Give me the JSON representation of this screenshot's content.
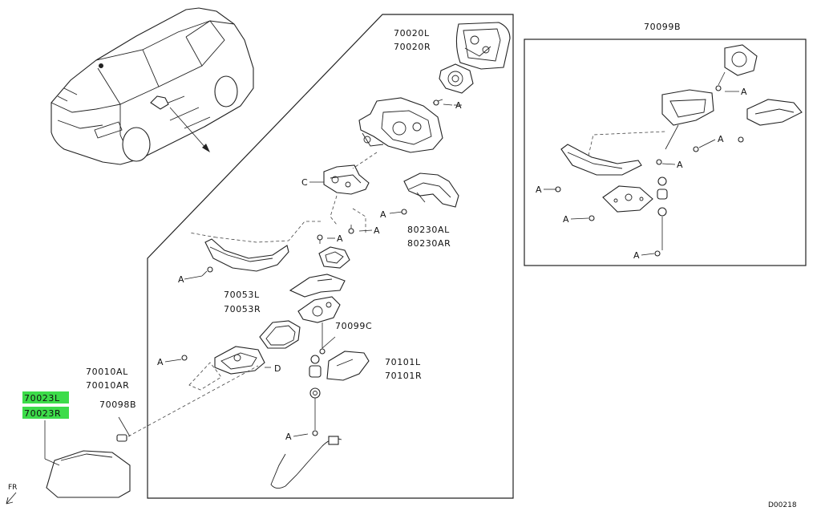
{
  "labels": {
    "p70020L": "70020L",
    "p70020R": "70020R",
    "p70099B": "70099B",
    "p80230AL": "80230AL",
    "p80230AR": "80230AR",
    "p70053L": "70053L",
    "p70053R": "70053R",
    "p70099C": "70099C",
    "p70101L": "70101L",
    "p70101R": "70101R",
    "p70010AL": "70010AL",
    "p70010AR": "70010AR",
    "p70098B": "70098B",
    "p70023L": "70023L",
    "p70023R": "70023R",
    "ref_c": "C",
    "ref_d": "D",
    "fastener_a": "A",
    "fr": "FR",
    "diagram_code": "D00218"
  },
  "colors": {
    "highlight": "#3ddc4a",
    "line": "#222222",
    "background": "#ffffff"
  }
}
